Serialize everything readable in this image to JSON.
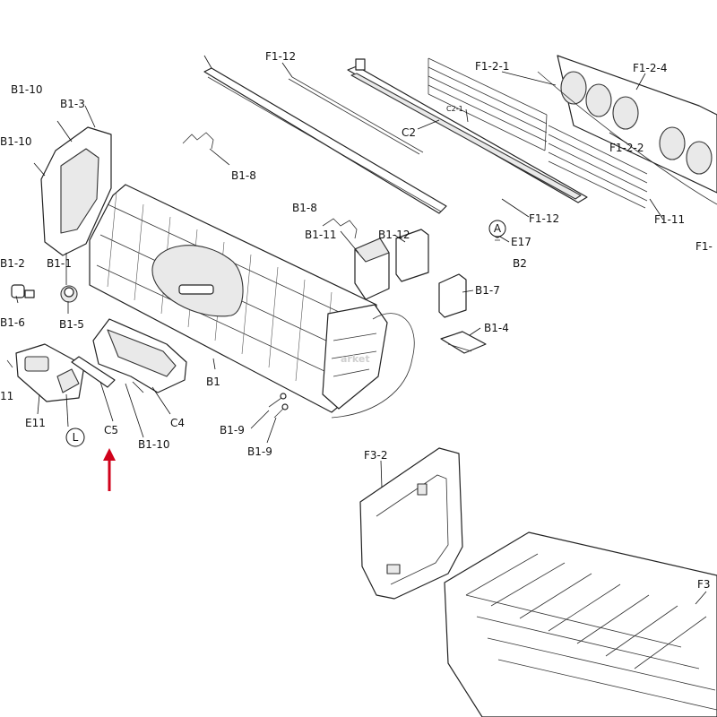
{
  "labels": {
    "f1_12_top": "F1-12",
    "f1_2_1": "F1-2-1",
    "f1_2_4": "F1-2-4",
    "f1_2_2": "F1-2-2",
    "f1_11": "F1-11",
    "f1_cut": "F1-",
    "b1_10_top": "B1-10",
    "b1_3": "B1-3",
    "b1_10_left": "B1-10",
    "b1_8_a": "B1-8",
    "c2_1": "C2-1",
    "c2": "C2",
    "f1_12_mid": "F1-12",
    "b1_8_b": "B1-8",
    "e17": "E17",
    "b2": "B2",
    "b1_12": "B1-12",
    "b1_11": "B1-11",
    "b1_2": "B1-2",
    "b1_1": "B1-1",
    "b1_7": "B1-7",
    "b1_6": "B1-6",
    "b1_5": "B1-5",
    "b1_4": "B1-4",
    "b1": "B1",
    "e11_cut": "11",
    "e11": "E11",
    "c5": "C5",
    "b1_10_bottom": "B1-10",
    "c4": "C4",
    "b1_9_a": "B1-9",
    "b1_9_b": "B1-9",
    "f3_2": "F3-2",
    "f3": "F3",
    "circle_a": "A",
    "circle_l": "L"
  },
  "watermark": "arket",
  "colors": {
    "line": "#222222",
    "arrow": "#d0021b",
    "watermark": "#cfcfcf",
    "background": "#ffffff"
  }
}
